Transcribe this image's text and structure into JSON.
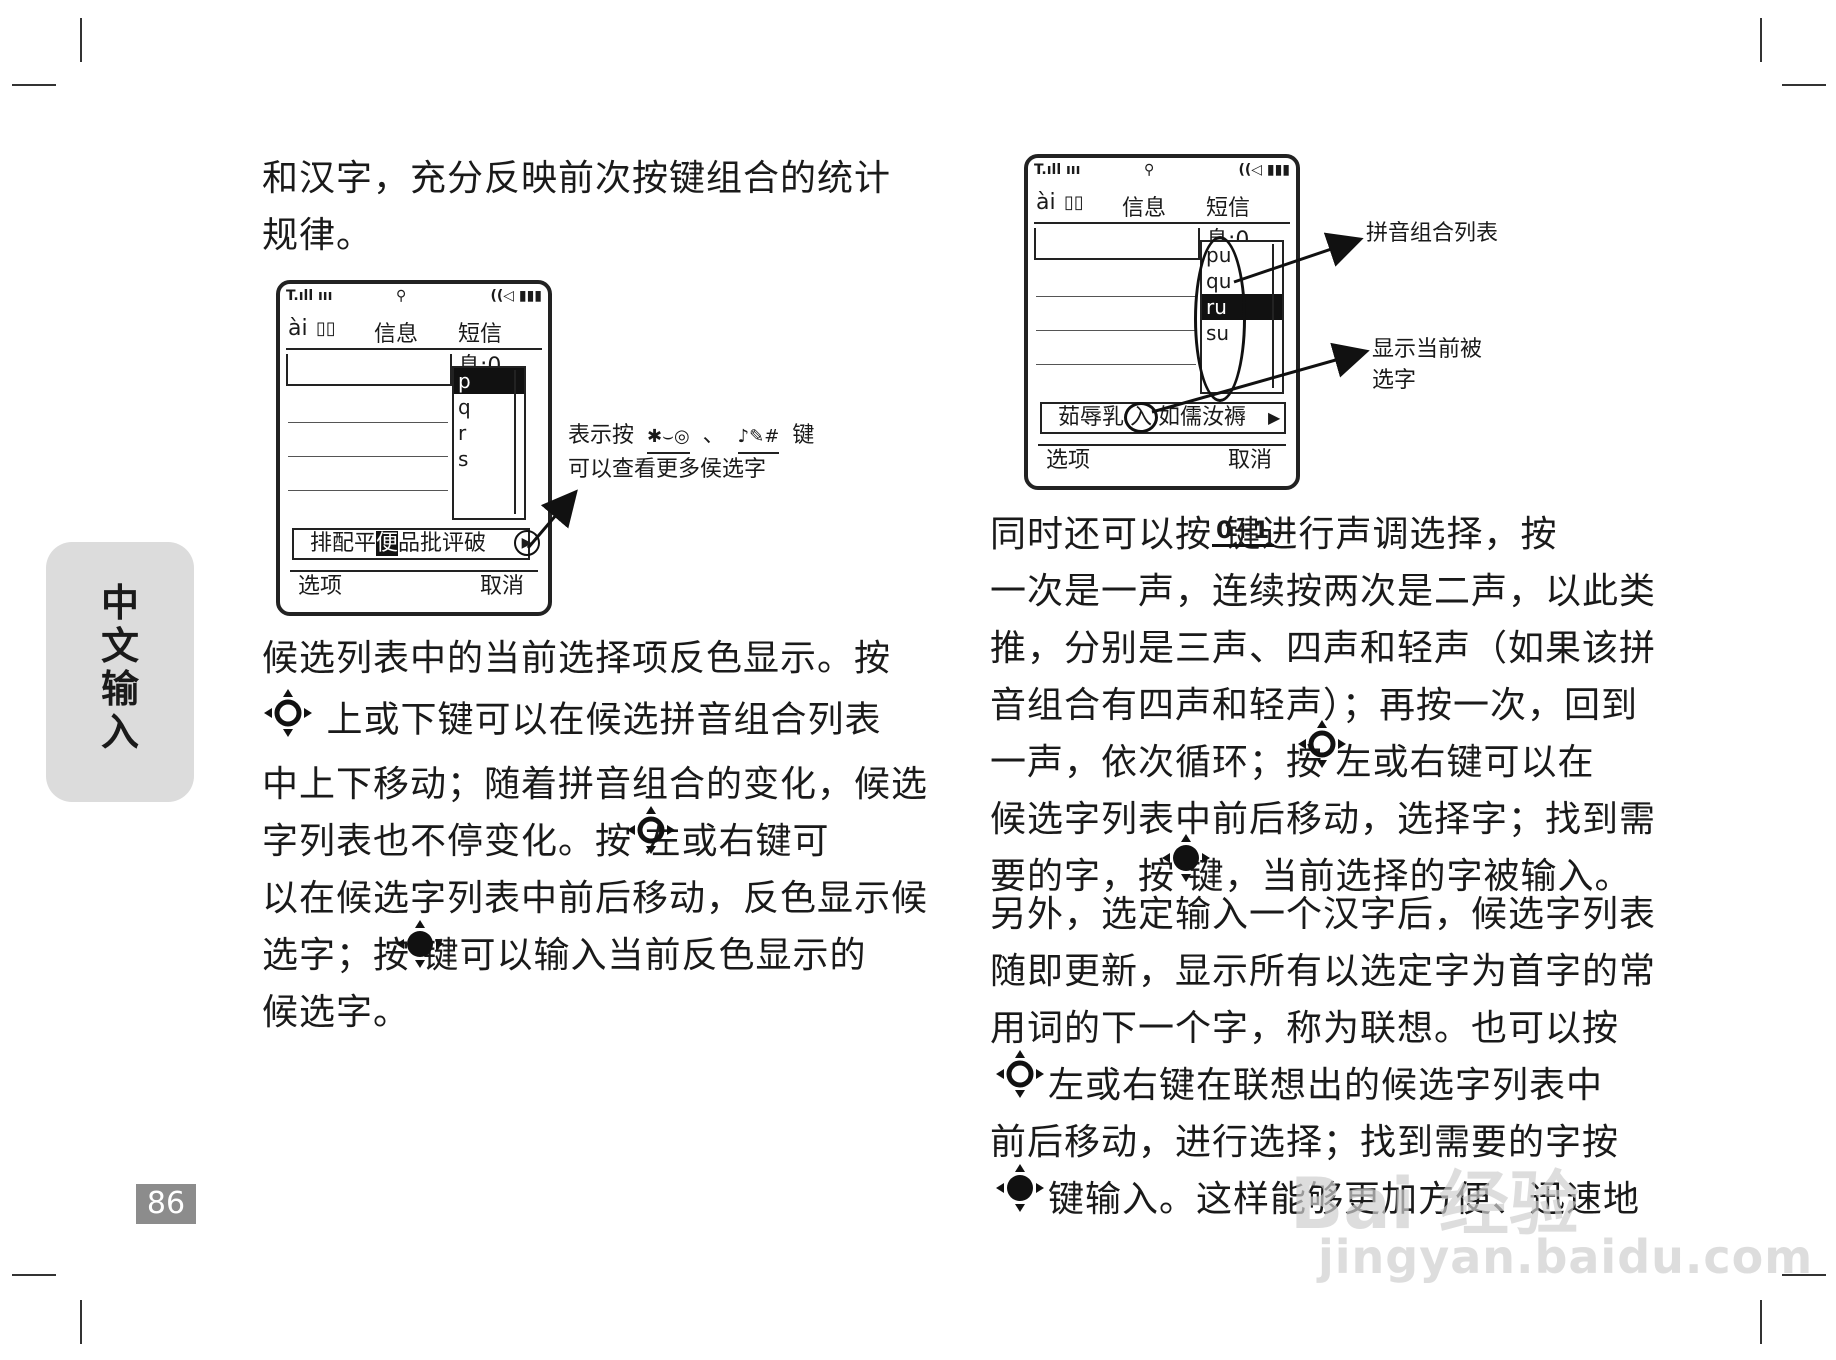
{
  "side_tab": {
    "chars": [
      "中",
      "文",
      "输",
      "入"
    ]
  },
  "page_number": "86",
  "left": {
    "intro": [
      "和汉字，充分反映前次按键组合的统计",
      "规律。"
    ],
    "body": [
      "候选列表中的当前选择项反色显示。按",
      " 上或下键可以在候选拼音组合列表",
      "中上下移动；随着拼音组合的变化，候选",
      "字列表也不停变化。按  左或右键可",
      "以在候选字列表中前后移动，反色显示候",
      "选字；按  键可以输入当前反色显示的",
      "候选字。"
    ]
  },
  "right": {
    "body1": [
      "同时还可以按 键进行声调选择，按",
      "一次是一声，连续按两次是二声，以此类",
      "推，分别是三声、四声和轻声（如果该拼",
      "音组合有四声和轻声）；再按一次，回到",
      "一声，依次循环；按  左或右键可以在",
      "候选字列表中前后移动，选择字；找到需",
      "要的字，按  键，当前选择的字被输入。"
    ],
    "body2": [
      "另外，选定输入一个汉字后，候选字列表",
      "随即更新，显示所有以选定字为首字的常",
      "用词的下一个字，称为联想。也可以按",
      " 左或右键在联想出的候选字列表中",
      "前后移动，进行选择；找到需要的字按",
      " 键输入。这样能够更加方便、迅速地"
    ]
  },
  "phone1": {
    "mode": "ài",
    "title": "信息",
    "subtitle": "短信息:0",
    "pinyin": [
      "p",
      "q",
      "r",
      "s"
    ],
    "selected_index": 0,
    "candidates_before": "排配平",
    "candidate_selected": "便",
    "candidates_after": "品批评破",
    "soft_left": "选项",
    "soft_right": "取消"
  },
  "phone2": {
    "mode": "ài",
    "title": "信息",
    "subtitle": "短信息:0",
    "pinyin": [
      "pu",
      "qu",
      "ru",
      "su"
    ],
    "selected_index": 2,
    "candidates_before": "茹辱乳",
    "candidate_selected": "入",
    "candidates_after": "如儒汝褥",
    "soft_left": "选项",
    "soft_right": "取消"
  },
  "annotations": {
    "more_candidates": [
      "表示按",
      "、",
      "键",
      "可以查看更多侯选字"
    ],
    "pinyin_list": "拼音组合列表",
    "current_selected": [
      "显示当前被",
      "选字"
    ]
  },
  "watermark": {
    "main": "Bai 经验",
    "url": "jingyan.baidu.com"
  }
}
